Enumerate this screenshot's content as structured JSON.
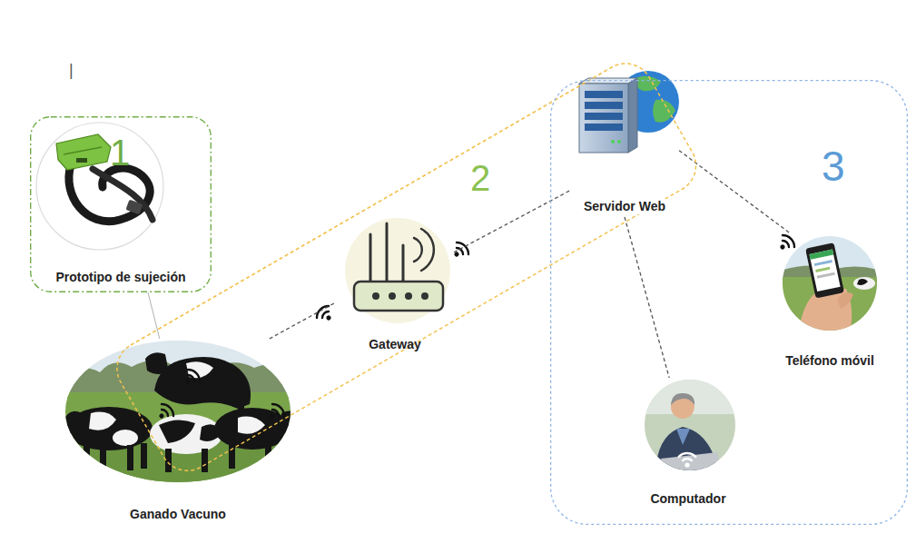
{
  "diagram": {
    "nodes": [
      {
        "text": [
          "1",
          "Prototipo de sujeción"
        ]
      },
      {
        "text": [
          "2"
        ]
      },
      {
        "text": [
          "Gateway"
        ],
        "in": 1
      },
      {
        "text": [
          "3"
        ]
      },
      {
        "text": [
          "Servidor Web"
        ],
        "in": 3
      },
      {
        "text": [
          "Teléfono móvil"
        ],
        "in": 3
      },
      {
        "text": [
          "Computador"
        ],
        "in": 3
      },
      {
        "text": [
          "Ganado Vacuno"
        ]
      }
    ],
    "edges": [
      {
        "from": 0,
        "to": 7,
        "arrow": "none"
      },
      {
        "from": 7,
        "to": 2,
        "arrow": "none"
      },
      {
        "from": 2,
        "to": 4,
        "arrow": "none"
      },
      {
        "from": 4,
        "to": 5,
        "arrow": "none"
      },
      {
        "from": 4,
        "to": 6,
        "arrow": "none"
      }
    ],
    "labels": [
      "|"
    ]
  }
}
